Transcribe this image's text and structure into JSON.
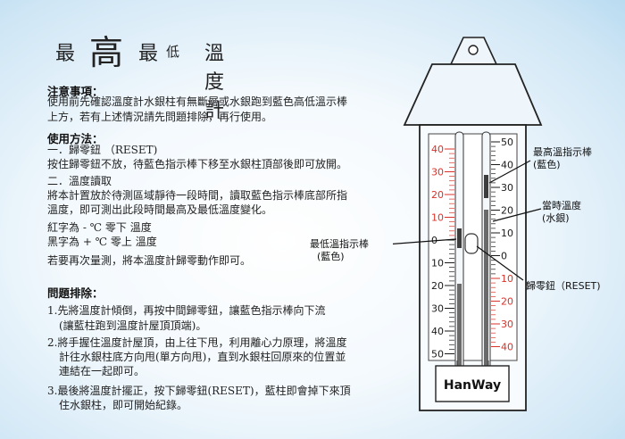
{
  "title": {
    "c1": "最",
    "c2": "高",
    "c3": "最",
    "c4": "低",
    "c5": "溫度計"
  },
  "notice": {
    "heading": "注意事項：",
    "lines": [
      "使用前先確認溫度計水銀柱有無斷層或水銀跑到藍色高低溫示棒",
      "上方，若有上述情況請先問題排除，再行使用。"
    ]
  },
  "usage": {
    "heading": "使用方法：",
    "s1_title": "一．歸零鈕 （RESET)",
    "s1_text": "按住歸零鈕不放，待藍色指示棒下移至水銀柱頂部後即可放開。",
    "s2_title": "二．溫度讀取",
    "s2_lines": [
      "將本計置放於待測區域靜待一段時間，讀取藍色指示棒底部所指",
      "溫度，即可測出此段時間最高及最低溫度變化。"
    ],
    "red_line": "紅字為 -  ℃  零下 溫度",
    "black_line": "黑字為 +  ℃  零上 溫度",
    "repeat": "若要再次量測，將本溫度計歸零動作即可。"
  },
  "troubleshoot": {
    "heading": "問題排除：",
    "items": [
      [
        "1.先將溫度計傾倒，再按中間歸零鈕，讓藍色指示棒向下流",
        "(讓藍柱跑到溫度計屋頂頂端)。"
      ],
      [
        "2.將手握住溫度計屋頂，由上往下甩，利用離心力原理，將溫度",
        "計往水銀柱底方向甩(單方向甩)，直到水銀柱回原來的位置並",
        "連結在一起即可。"
      ],
      [
        "3.最後將溫度計擺正，按下歸零鈕(RESET)，藍柱即會掉下來頂",
        "住水銀柱，即可開始紀錄。"
      ]
    ]
  },
  "thermometer": {
    "brand": "HanWay",
    "left_scale": [
      "40",
      "30",
      "20",
      "10",
      "0",
      "10",
      "20",
      "30",
      "40",
      "50"
    ],
    "right_scale": [
      "50",
      "40",
      "30",
      "20",
      "10",
      "0",
      "10",
      "20",
      "30",
      "40"
    ],
    "colors": {
      "red": "#d9322a",
      "black": "#1a1a1a",
      "frame": "#2a2a3a",
      "blue_fill": "#e9f2f9"
    }
  },
  "callouts": {
    "max": [
      "最高溫指示棒",
      "(藍色)"
    ],
    "current": [
      "當時溫度",
      "(水銀)"
    ],
    "min": [
      "最低溫指示棒",
      "(藍色)"
    ],
    "reset": "歸零鈕（RESET)"
  }
}
